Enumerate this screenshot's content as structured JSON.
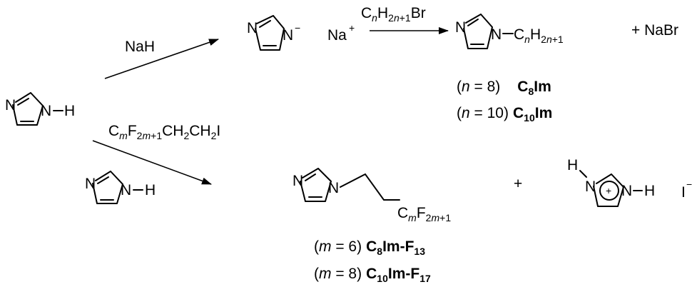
{
  "reagents": {
    "nah": "NaH",
    "alkyl_bromide": {
      "c": "C",
      "c_sub": "n",
      "h": "H",
      "h_sub_a": "2",
      "h_sub_b": "n",
      "h_sub_c": "+1",
      "br": "Br"
    },
    "fluoroalkyl_iodide": {
      "c": "C",
      "c_sub": "m",
      "f": "F",
      "f_sub_a": "2",
      "f_sub_b": "m",
      "f_sub_c": "+1",
      "mid": "CH",
      "mid_sub": "2",
      "mid2": "CH",
      "mid2_sub": "2",
      "i": "I"
    }
  },
  "atoms": {
    "n": "N",
    "h": "H",
    "minus": "−",
    "plus": "+",
    "na": "Na",
    "i": "I"
  },
  "byproducts": {
    "nabr": "+ NaBr",
    "plus_sign": "+"
  },
  "product_chain_c8": {
    "c": "C",
    "c_sub": "n",
    "h": "H",
    "h_sub_a": "2",
    "h_sub_b": "n",
    "h_sub_c": "+1"
  },
  "product_chain_f": {
    "c": "C",
    "c_sub": "m",
    "f": "F",
    "f_sub_a": "2",
    "f_sub_b": "m",
    "f_sub_c": "+1"
  },
  "labels": {
    "c8": {
      "open": "(",
      "var": "n",
      "eq": " = 8)",
      "name": "C",
      "name_sub": "8",
      "name_tail": "Im"
    },
    "c10": {
      "open": "(",
      "var": "n",
      "eq": " = 10)",
      "name": "C",
      "name_sub": "10",
      "name_tail": "Im"
    },
    "c8f13": {
      "open": "(",
      "var": "m",
      "eq": " = 6)",
      "name": "C",
      "name_sub": "8",
      "name_mid": "Im-F",
      "name_sub2": "13"
    },
    "c10f17": {
      "open": "(",
      "var": "m",
      "eq": " = 8)",
      "name": "C",
      "name_sub": "10",
      "name_mid": "Im-F",
      "name_sub2": "17"
    }
  }
}
